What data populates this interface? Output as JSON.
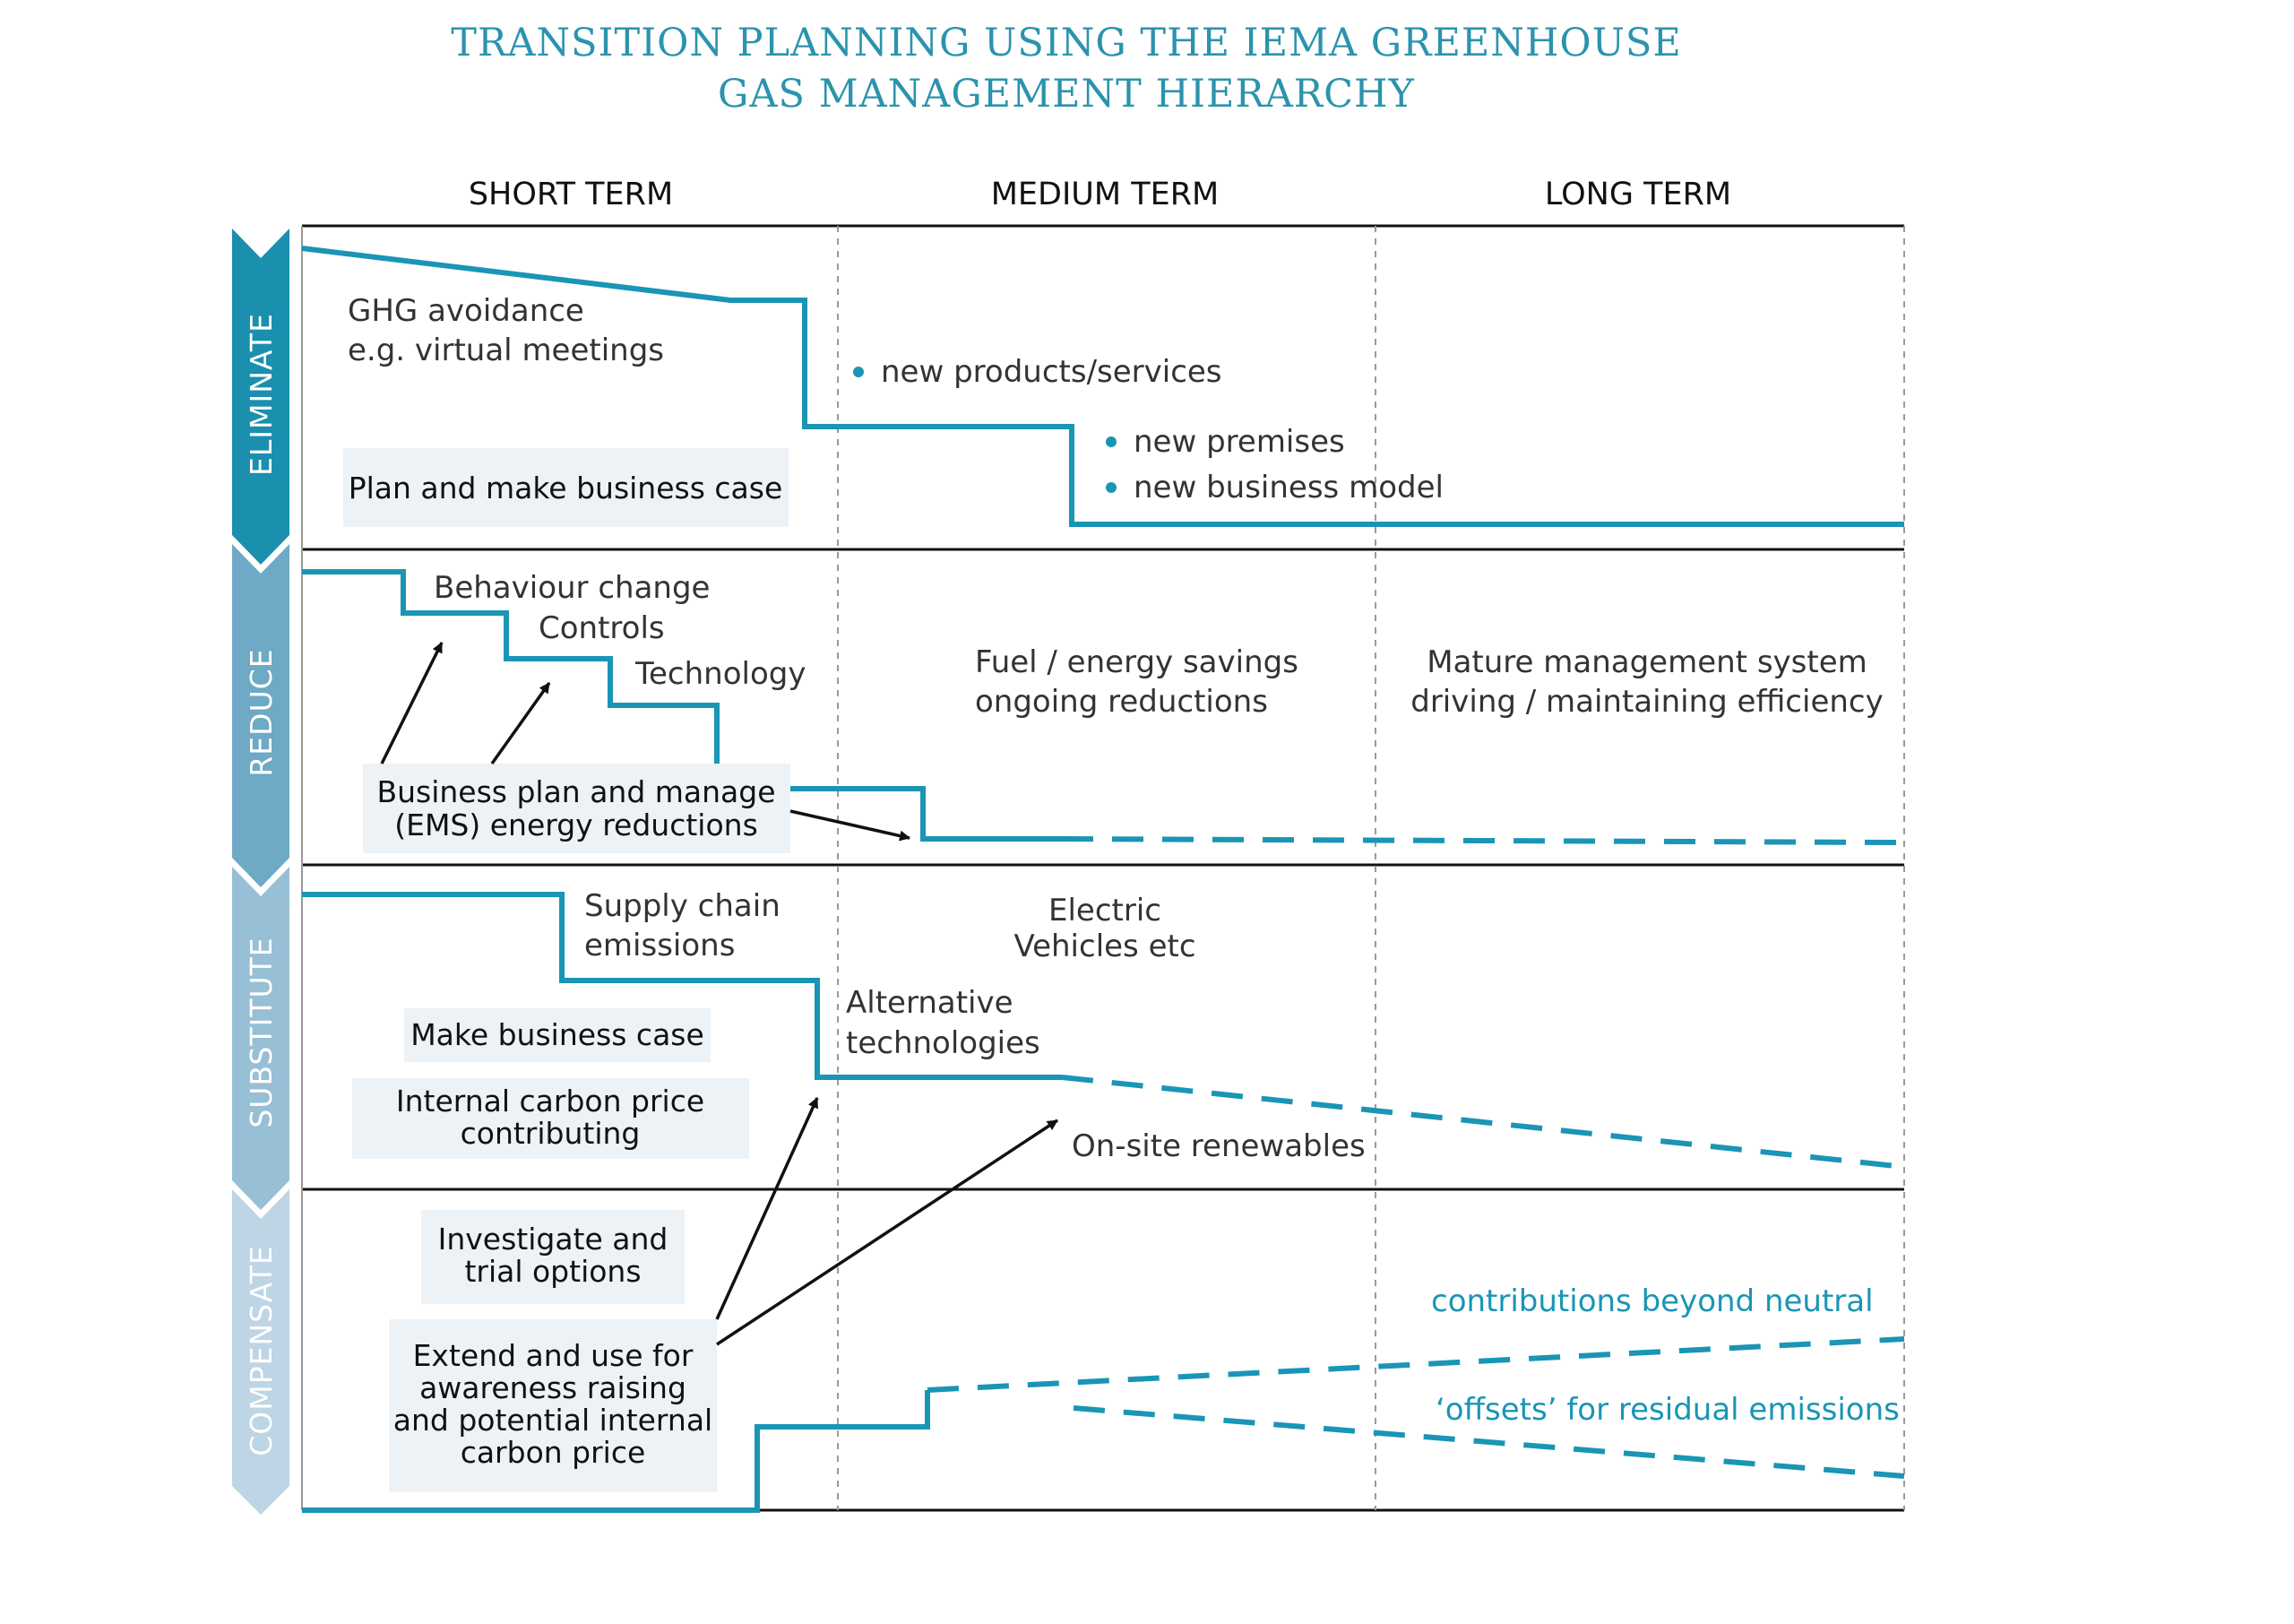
{
  "title": {
    "line1": "TRANSITION PLANNING USING THE IEMA GREENHOUSE",
    "line2": "GAS MANAGEMENT HIERARCHY"
  },
  "columns": [
    "SHORT TERM",
    "MEDIUM TERM",
    "LONG TERM"
  ],
  "stages": [
    "ELIMINATE",
    "REDUCE",
    "SUBSTITUTE",
    "COMPENSATE"
  ],
  "colors": {
    "eliminate": "#1a8fae",
    "reduce": "#6ea9c5",
    "substitute": "#97bfd6",
    "compensate": "#bdd5e5",
    "line": "#1a95b5",
    "box": "#edf2f6",
    "teal_text": "#1a95b5"
  },
  "eliminate": {
    "ghg_1": "GHG avoidance",
    "ghg_2": "e.g. virtual meetings",
    "box": "Plan and make business case",
    "bullet1": "new products/services",
    "bullet2": "new premises",
    "bullet3": "new business model"
  },
  "reduce": {
    "step1": "Behaviour change",
    "step2": "Controls",
    "step3": "Technology",
    "box_1": "Business plan and manage",
    "box_2": "(EMS) energy reductions",
    "mid_1": "Fuel / energy savings",
    "mid_2": "ongoing reductions",
    "long_1": "Mature management system",
    "long_2": "driving / maintaining efficiency"
  },
  "substitute": {
    "supply_1": "Supply chain",
    "supply_2": "emissions",
    "alt_1": "Alternative",
    "alt_2": "technologies",
    "ev_1": "Electric",
    "ev_2": "Vehicles etc",
    "box1": "Make business case",
    "box2_1": "Internal carbon price",
    "box2_2": "contributing",
    "renewables": "On-site renewables"
  },
  "compensate": {
    "box1_1": "Investigate and",
    "box1_2": "trial options",
    "box2_1": "Extend and use for",
    "box2_2": "awareness raising",
    "box2_3": "and potential internal",
    "box2_4": "carbon price",
    "beyond": "contributions beyond neutral",
    "offsets": "‘offsets’ for residual emissions"
  }
}
